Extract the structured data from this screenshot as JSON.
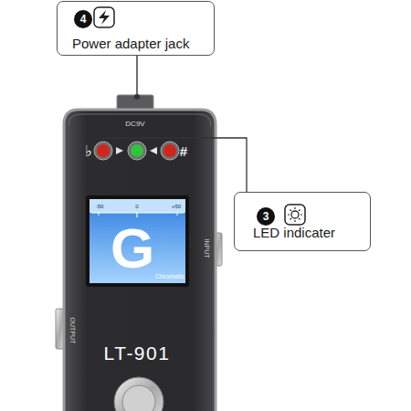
{
  "diagram": {
    "nodes": [
      {
        "text": [
          "Power adapter jack"
        ]
      },
      {
        "text": [
          "4"
        ],
        "in": 0
      },
      {
        "text": [
          "LED indicater"
        ]
      },
      {
        "text": [
          "3"
        ],
        "in": 2
      }
    ],
    "labels": [
      "DC9V",
      "♭",
      "#",
      "-50",
      "0",
      "+50",
      "G",
      "Chromatic",
      "INPUT",
      "OUTPUT",
      "LT-901"
    ]
  }
}
